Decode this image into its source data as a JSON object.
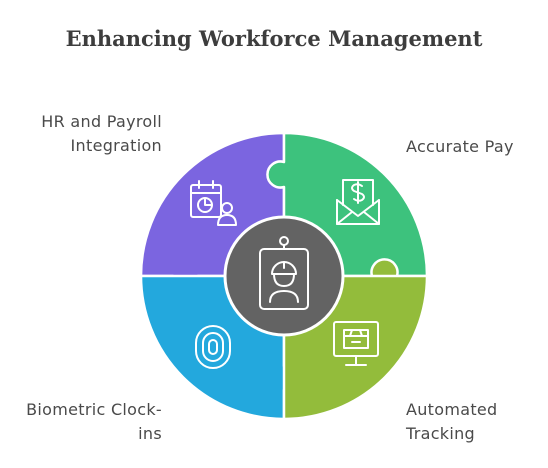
{
  "title": "Enhancing Workforce Management",
  "center": {
    "icon": "id-badge-worker-icon"
  },
  "segments": [
    {
      "id": "hr",
      "label_lines": [
        "HR and Payroll",
        "Integration"
      ],
      "color": "#7b65e0",
      "icon": "calendar-chart-user-icon"
    },
    {
      "id": "pay",
      "label_lines": [
        "Accurate Pay"
      ],
      "color": "#3dc27d",
      "icon": "dollar-envelope-icon"
    },
    {
      "id": "bio",
      "label_lines": [
        "Biometric Clock-",
        "ins"
      ],
      "color": "#23a8dd",
      "icon": "fingerprint-icon"
    },
    {
      "id": "auto",
      "label_lines": [
        "Automated",
        "Tracking"
      ],
      "color": "#93bc3b",
      "icon": "monitor-box-icon"
    }
  ],
  "colors": {
    "center": "#636363",
    "outline": "#ffffff"
  }
}
